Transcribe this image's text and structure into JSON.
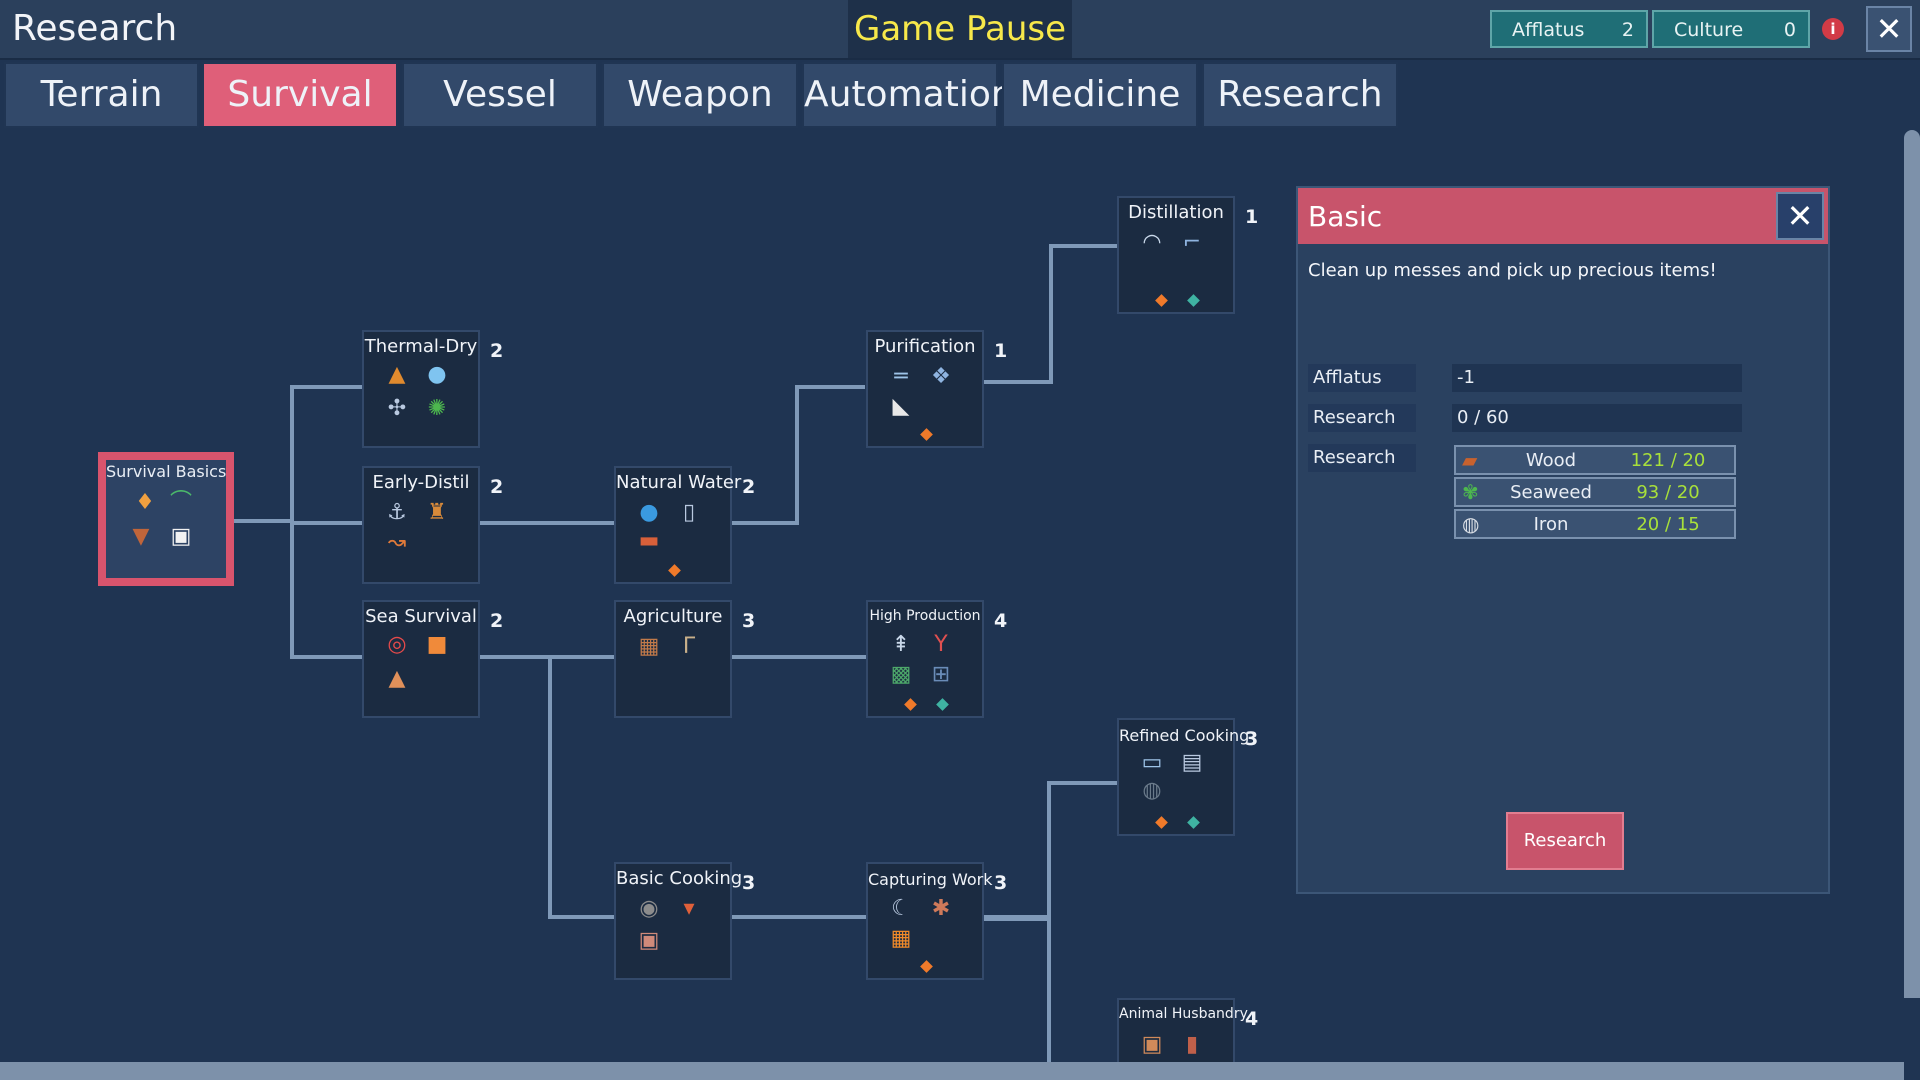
{
  "header": {
    "title": "Research",
    "pause_label": "Game Pause",
    "resources": [
      {
        "label": "Afflatus",
        "value": "2"
      },
      {
        "label": "Culture",
        "value": "0"
      }
    ]
  },
  "tabs": [
    {
      "label": "Terrain",
      "active": false
    },
    {
      "label": "Survival",
      "active": true
    },
    {
      "label": "Vessel",
      "active": false
    },
    {
      "label": "Weapon",
      "active": false
    },
    {
      "label": "Automation",
      "active": false
    },
    {
      "label": "Medicine",
      "active": false
    },
    {
      "label": "Research",
      "active": false
    }
  ],
  "nodes": {
    "survival_basics": {
      "name": "Survival Basics"
    },
    "thermal_dry": {
      "name": "Thermal-Dry",
      "level": "2"
    },
    "early_distil": {
      "name": "Early-Distil",
      "level": "2"
    },
    "sea_survival": {
      "name": "Sea Survival",
      "level": "2"
    },
    "natural_water": {
      "name": "Natural Water",
      "level": "2"
    },
    "agriculture": {
      "name": "Agriculture",
      "level": "3"
    },
    "basic_cooking": {
      "name": "Basic Cooking",
      "level": "3"
    },
    "purification": {
      "name": "Purification",
      "level": "1"
    },
    "high_production": {
      "name": "High Production",
      "level": "4"
    },
    "capturing_work": {
      "name": "Capturing Work",
      "level": "3"
    },
    "distillation": {
      "name": "Distillation",
      "level": "1"
    },
    "refined_cooking": {
      "name": "Refined Cooking",
      "level": "3"
    },
    "animal_husbandry": {
      "name": "Animal Husbandry",
      "level": "4"
    }
  },
  "panel": {
    "title": "Basic",
    "description": "Clean up messes and pick up precious items!",
    "afflatus_label": "Afflatus",
    "afflatus_value": "-1",
    "research_label": "Research",
    "research_value": "0 / 60",
    "materials_label": "Research",
    "materials": [
      {
        "name": "Wood",
        "count": "121 / 20",
        "icon": "wood-log-icon"
      },
      {
        "name": "Seaweed",
        "count": "93 / 20",
        "icon": "seaweed-icon"
      },
      {
        "name": "Iron",
        "count": "20 / 15",
        "icon": "iron-ore-icon"
      }
    ],
    "research_button": "Research"
  },
  "colors": {
    "accent": "#df5f79",
    "pause_text": "#f7e84a",
    "resource_ok": "#a8e03a",
    "background": "#1f3452"
  }
}
